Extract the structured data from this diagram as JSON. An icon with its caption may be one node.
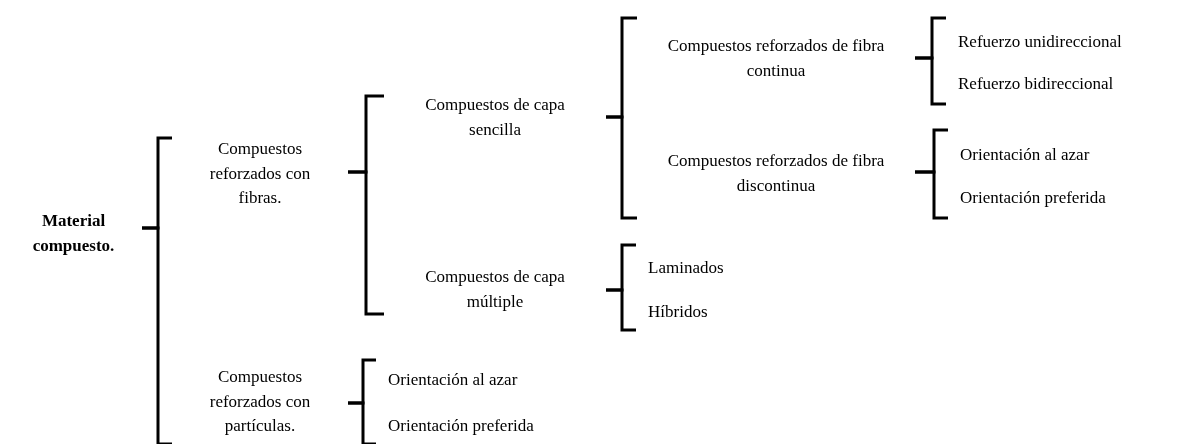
{
  "diagram": {
    "nodes": [
      {
        "text": [
          "Material compuesto."
        ]
      },
      {
        "text": [
          "Compuestos reforzados con fibras."
        ]
      },
      {
        "text": [
          "Compuestos de capa sencilla"
        ]
      },
      {
        "text": [
          "Compuestos reforzados de fibra continua"
        ]
      },
      {
        "text": [
          "Refuerzo unidireccional"
        ]
      },
      {
        "text": [
          "Refuerzo bidireccional"
        ]
      },
      {
        "text": [
          "Compuestos reforzados de fibra discontinua"
        ]
      },
      {
        "text": [
          "Orientación al azar"
        ]
      },
      {
        "text": [
          "Orientación preferida"
        ]
      },
      {
        "text": [
          "Compuestos de capa múltiple"
        ]
      },
      {
        "text": [
          "Laminados"
        ]
      },
      {
        "text": [
          "Híbridos"
        ]
      },
      {
        "text": [
          "Compuestos reforzados con partículas."
        ]
      },
      {
        "text": [
          "Orientación al azar"
        ]
      },
      {
        "text": [
          "Orientación preferida"
        ]
      }
    ],
    "edges": [
      {
        "from": 0,
        "to": 1,
        "arrow": "none"
      },
      {
        "from": 0,
        "to": 12,
        "arrow": "none"
      },
      {
        "from": 1,
        "to": 2,
        "arrow": "none"
      },
      {
        "from": 1,
        "to": 9,
        "arrow": "none"
      },
      {
        "from": 2,
        "to": 3,
        "arrow": "none"
      },
      {
        "from": 2,
        "to": 6,
        "arrow": "none"
      },
      {
        "from": 3,
        "to": 4,
        "arrow": "none"
      },
      {
        "from": 3,
        "to": 5,
        "arrow": "none"
      },
      {
        "from": 6,
        "to": 7,
        "arrow": "none"
      },
      {
        "from": 6,
        "to": 8,
        "arrow": "none"
      },
      {
        "from": 9,
        "to": 10,
        "arrow": "none"
      },
      {
        "from": 9,
        "to": 11,
        "arrow": "none"
      },
      {
        "from": 12,
        "to": 13,
        "arrow": "none"
      },
      {
        "from": 12,
        "to": 14,
        "arrow": "none"
      }
    ]
  }
}
